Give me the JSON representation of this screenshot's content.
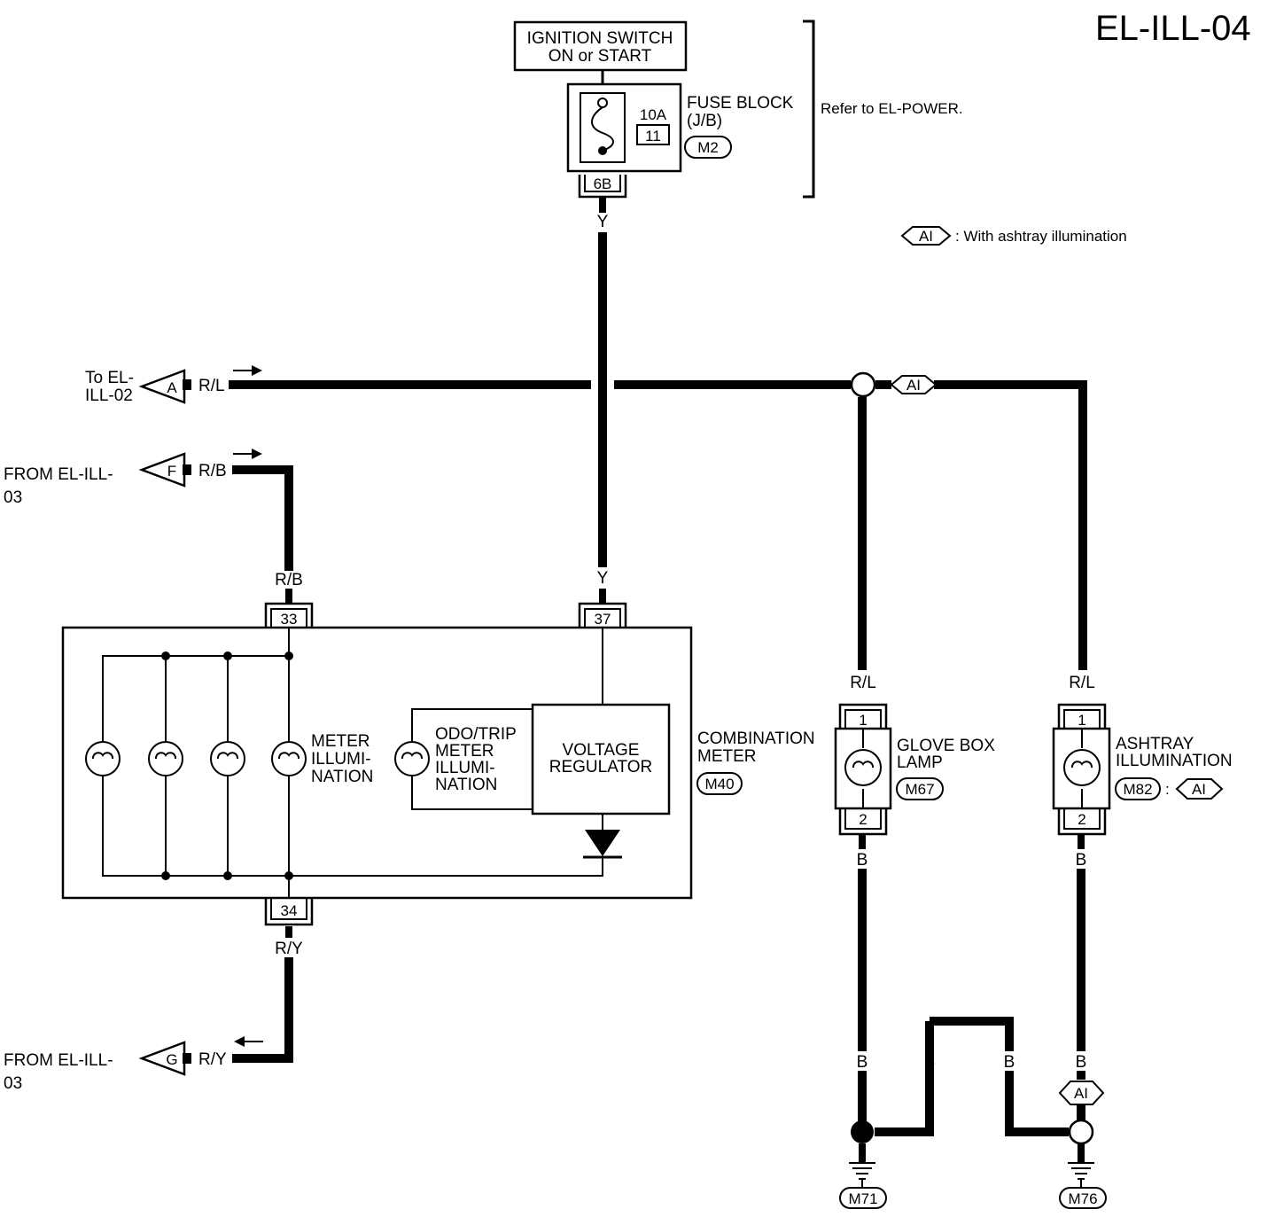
{
  "page_id": "EL-ILL-04",
  "power": {
    "ignition_line1": "IGNITION SWITCH",
    "ignition_line2": "ON or START",
    "fuse_amp": "10A",
    "fuse_no": "11",
    "fuse_block_line1": "FUSE BLOCK",
    "fuse_block_line2": "(J/B)",
    "fuse_connector": "M2",
    "fuse_pin": "6B",
    "refer_note": "Refer to EL-POWER."
  },
  "legend": {
    "code": "AI",
    "desc": ": With ashtray illumination"
  },
  "wires": {
    "y": "Y",
    "rl": "R/L",
    "rb": "R/B",
    "ry": "R/Y",
    "b": "B"
  },
  "connectors": {
    "a": {
      "letter": "A",
      "line1": "To EL-",
      "line2": "ILL-02"
    },
    "f": {
      "letter": "F",
      "line1": "FROM EL-ILL-",
      "line2": "03"
    },
    "g": {
      "letter": "G",
      "line1": "FROM EL-ILL-",
      "line2": "03"
    }
  },
  "meter": {
    "pin_rb": "33",
    "pin_y": "37",
    "pin_ry": "34",
    "illum_line1": "METER",
    "illum_line2": "ILLUMI-",
    "illum_line3": "NATION",
    "odo_line1": "ODO/TRIP",
    "odo_line2": "METER",
    "odo_line3": "ILLUMI-",
    "odo_line4": "NATION",
    "vr_line1": "VOLTAGE",
    "vr_line2": "REGULATOR",
    "name_line1": "COMBINATION",
    "name_line2": "METER",
    "connector": "M40"
  },
  "glove": {
    "pin1": "1",
    "pin2": "2",
    "line1": "GLOVE BOX",
    "line2": "LAMP",
    "connector": "M67"
  },
  "ashtray": {
    "pin1": "1",
    "pin2": "2",
    "line1": "ASHTRAY",
    "line2": "ILLUMINATION",
    "connector": "M82",
    "sep": ":"
  },
  "grounds": {
    "left": "M71",
    "right": "M76"
  }
}
